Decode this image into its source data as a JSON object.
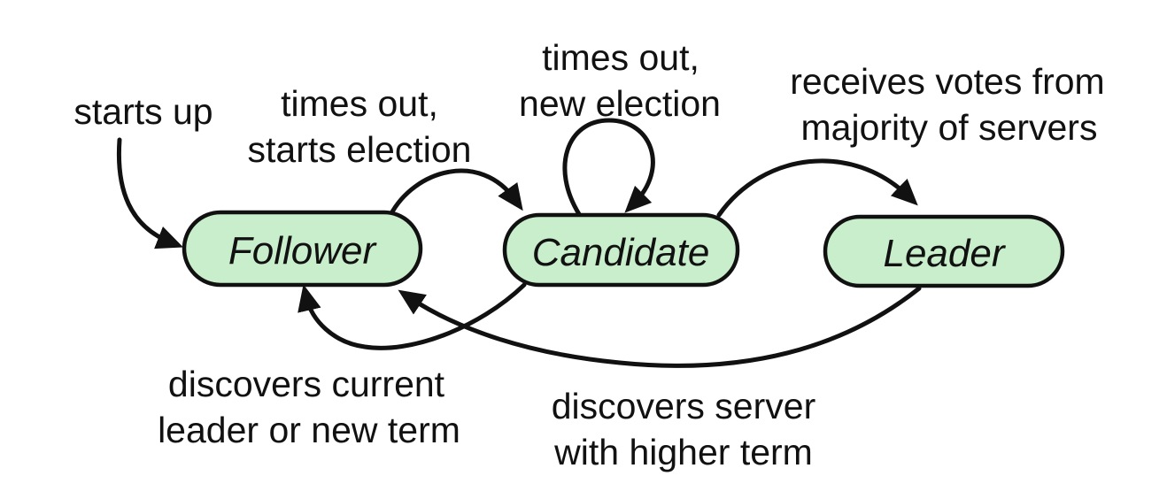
{
  "figure": {
    "states": [
      {
        "label": "Follower"
      },
      {
        "label": "Candidate"
      },
      {
        "label": "Leader"
      }
    ],
    "transitions": [
      {
        "from": "start",
        "to": "Follower",
        "lines": [
          "starts up",
          ""
        ]
      },
      {
        "from": "Follower",
        "to": "Candidate",
        "lines": [
          "times out,",
          "starts election"
        ]
      },
      {
        "from": "Candidate",
        "to": "Candidate",
        "lines": [
          "times out,",
          "new election"
        ]
      },
      {
        "from": "Candidate",
        "to": "Leader",
        "lines": [
          "receives votes from",
          "majority of servers"
        ]
      },
      {
        "from": "Candidate",
        "to": "Follower",
        "lines": [
          "discovers current",
          "leader or new term"
        ]
      },
      {
        "from": "Leader",
        "to": "Follower",
        "lines": [
          "discovers server",
          "with higher term"
        ]
      }
    ],
    "colors": {
      "state_fill": "#c9eecb",
      "state_stroke": "#111111",
      "arrow": "#111111",
      "text": "#111111",
      "background": "#ffffff"
    }
  }
}
